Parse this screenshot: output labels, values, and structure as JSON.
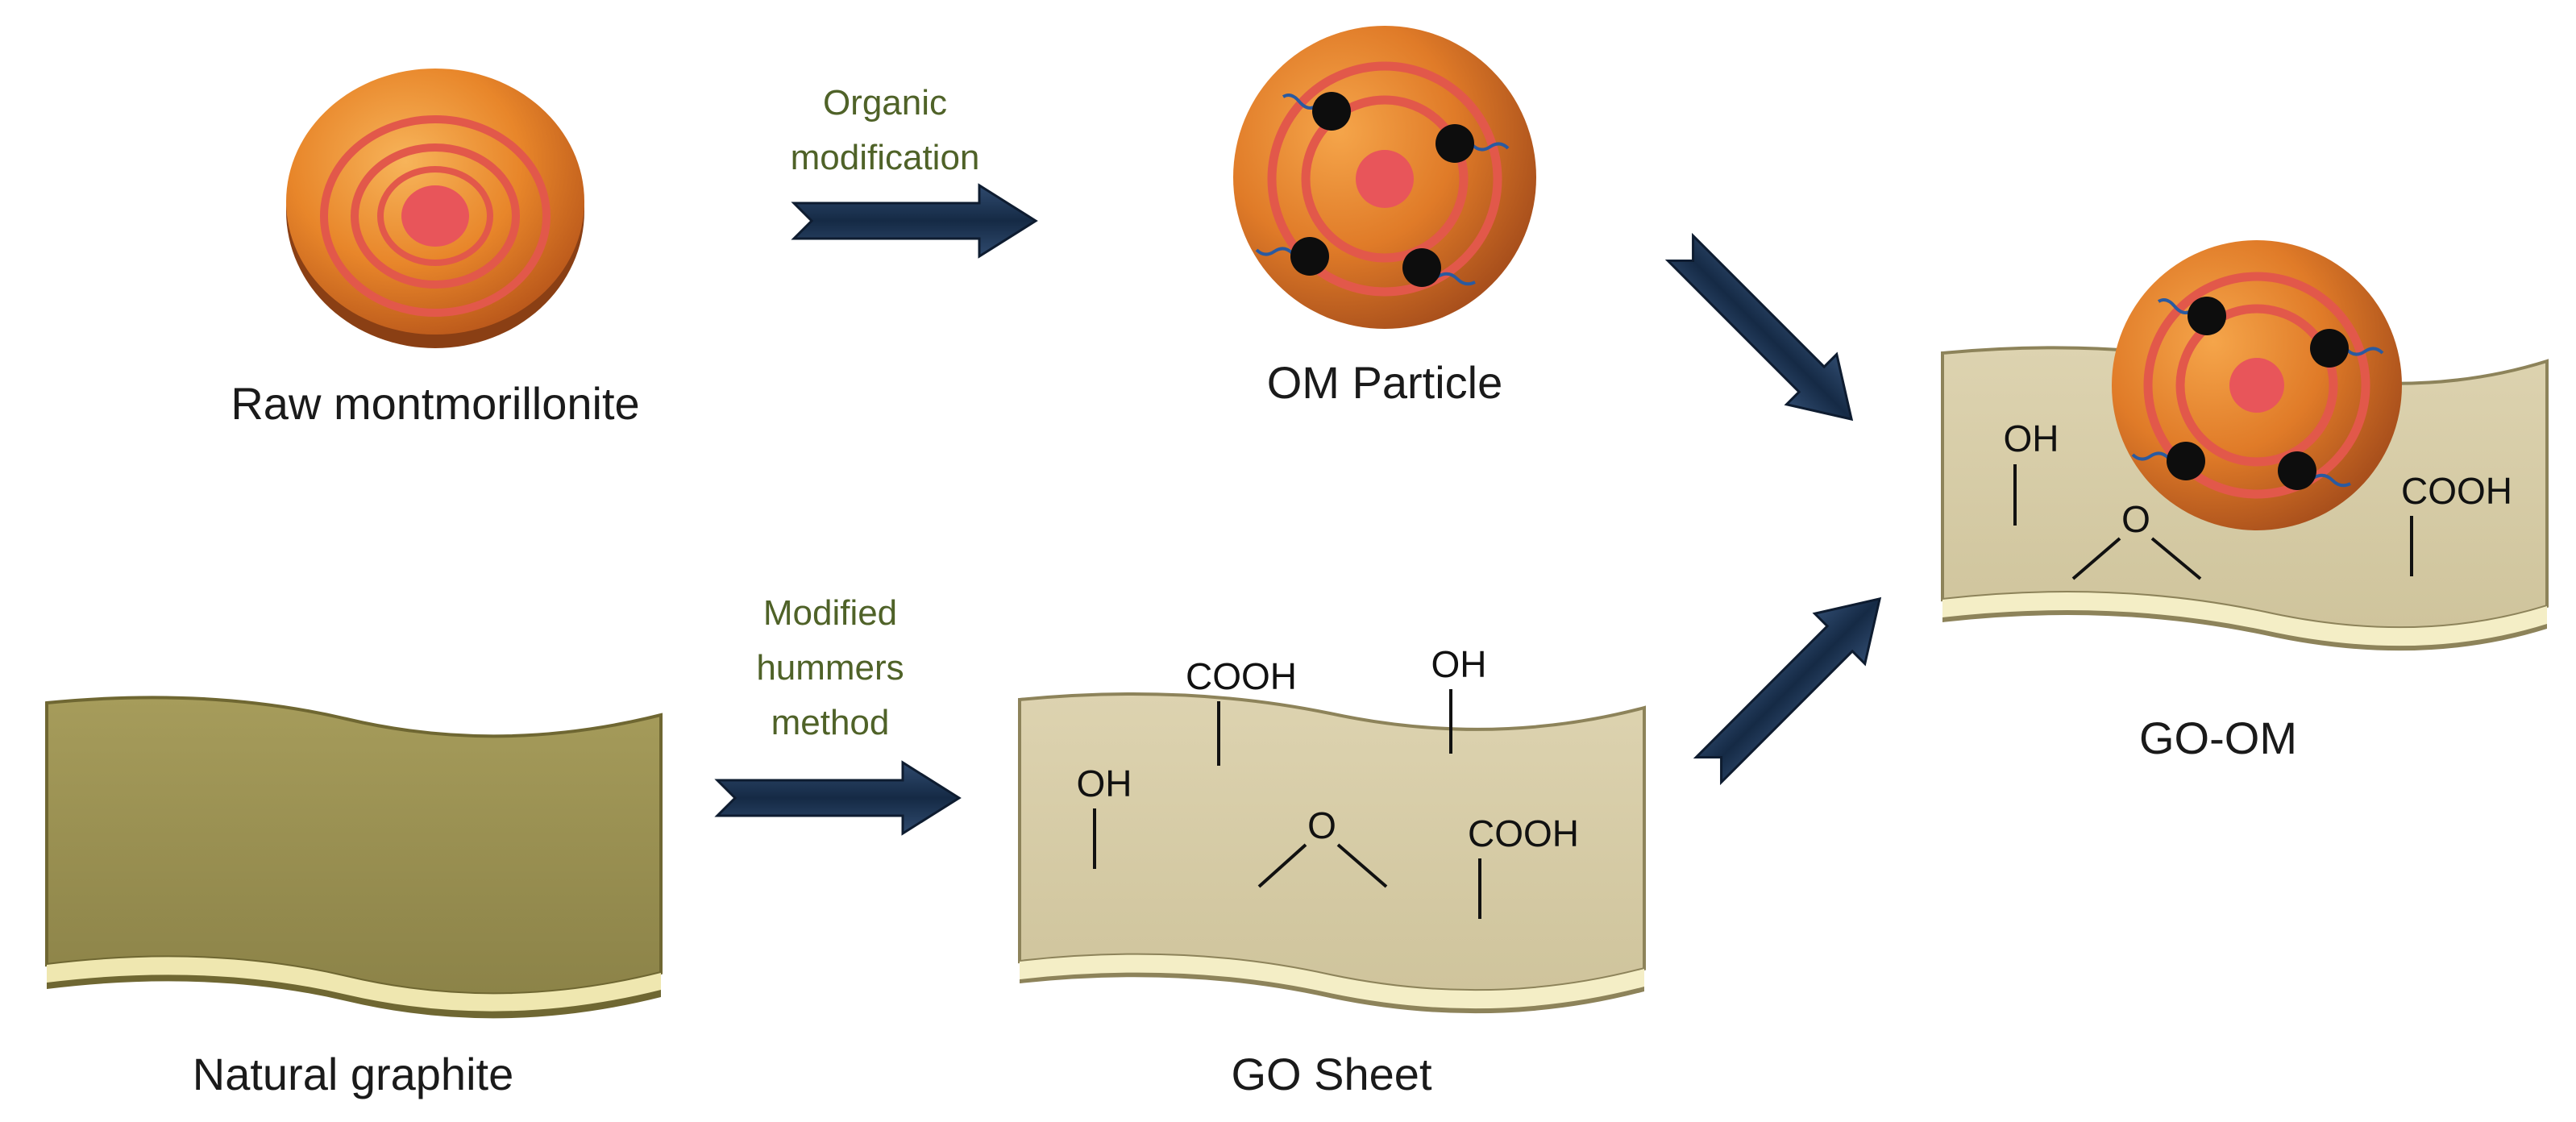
{
  "labels": {
    "raw_montmorillonite": "Raw montmorillonite",
    "om_particle": "OM Particle",
    "natural_graphite": "Natural graphite",
    "go_sheet": "GO Sheet",
    "go_om": "GO-OM"
  },
  "steps": {
    "organic_modification": [
      "Organic",
      "modification"
    ],
    "modified_hummers": [
      "Modified",
      "hummers",
      "method"
    ]
  },
  "groups": {
    "oh": "OH",
    "cooh": "COOH",
    "o": "O"
  },
  "colors": {
    "arrow": "#1f3552",
    "step_text": "#4f6228",
    "graphite": "#a39a5a",
    "go_sheet": "#d8ceaa",
    "particle_outer": "#e8892a",
    "particle_ring": "#e05a4a"
  }
}
